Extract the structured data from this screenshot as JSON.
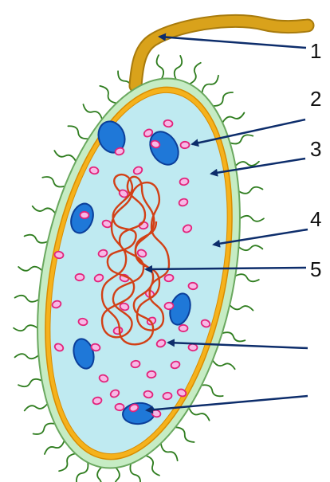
{
  "colors": {
    "flagellum": "#d9a21b",
    "flagellum_outline": "#a87b0d",
    "capsule": "#c6ecc4",
    "capsule_outline": "#6aa85f",
    "cell_wall": "#f5b21c",
    "cell_wall_outline": "#d98c00",
    "cytoplasm": "#bfeaf1",
    "ribosome_fill": "#f7b9e6",
    "ribosome_outline": "#e2237b",
    "plasmid_fill": "#1f78d8",
    "plasmid_outline": "#0b3f9a",
    "dna": "#d24016",
    "pili": "#2f7d1f",
    "arrow": "#0d2d6b"
  },
  "labels": [
    {
      "id": "1",
      "text": "1"
    },
    {
      "id": "2",
      "text": "2"
    },
    {
      "id": "3",
      "text": "3"
    },
    {
      "id": "4",
      "text": "4"
    },
    {
      "id": "5",
      "text": "5"
    }
  ],
  "icons": {
    "flagellum": "flagellum-icon",
    "dna": "nucleoid-dna-icon",
    "plasmid": "plasmid-icon",
    "ribosome": "ribosome-icon",
    "pilus": "pilus-icon"
  }
}
